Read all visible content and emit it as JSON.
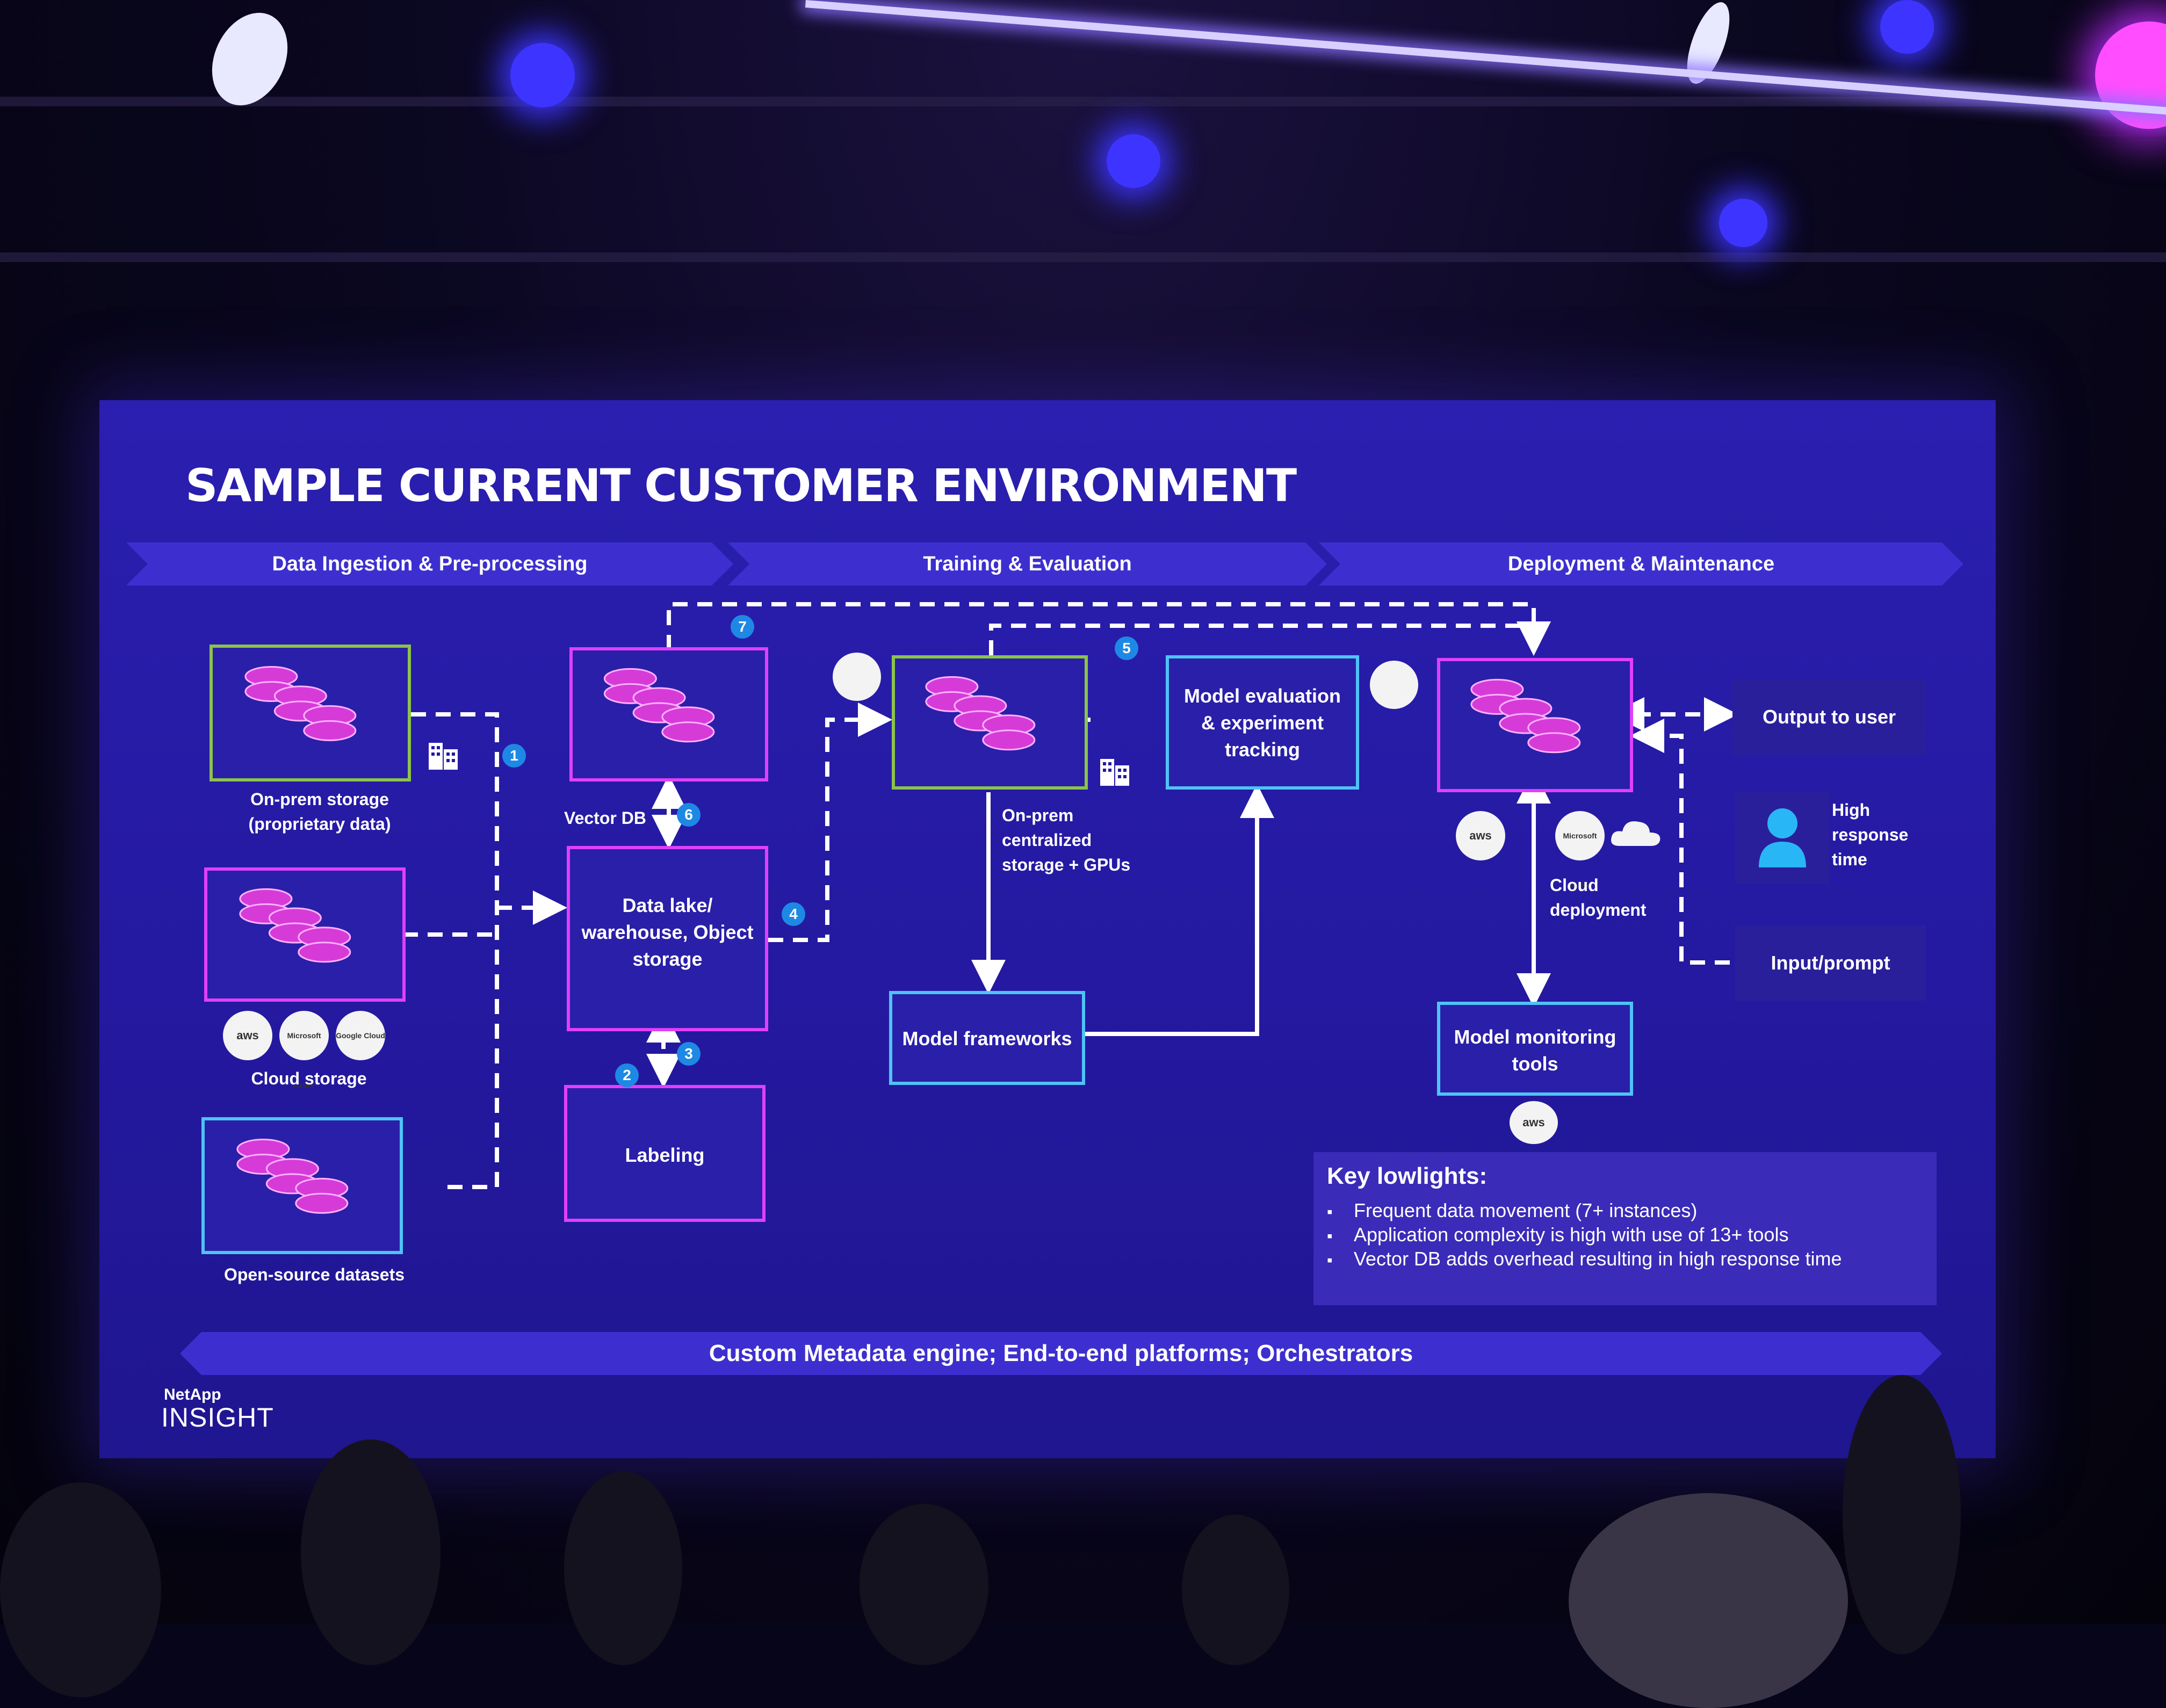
{
  "slide": {
    "title": "SAMPLE CURRENT CUSTOMER ENVIRONMENT",
    "phases": [
      {
        "label": "Data Ingestion & Pre-processing"
      },
      {
        "label": "Training & Evaluation"
      },
      {
        "label": "Deployment & Maintenance"
      }
    ],
    "nodes": {
      "onprem": {
        "caption": "On-prem storage\n(proprietary data)"
      },
      "cloud": {
        "caption": "Cloud storage"
      },
      "opensource": {
        "caption": "Open-source datasets"
      },
      "vectordb": {
        "caption": "Vector DB"
      },
      "datalake": {
        "label": "Data lake/\nwarehouse, Object\nstorage"
      },
      "labeling": {
        "label": "Labeling"
      },
      "training_storage": {
        "caption": "On-prem\ncentralized\nstorage + GPUs"
      },
      "model_eval": {
        "label": "Model evaluation\n& experiment\ntracking"
      },
      "model_frameworks": {
        "label": "Model frameworks"
      },
      "deployment_storage": {
        "caption": "Cloud\ndeployment"
      },
      "output": {
        "label": "Output to user"
      },
      "user_response": {
        "label": "High\nresponse\ntime"
      },
      "input": {
        "label": "Input/prompt"
      },
      "monitoring": {
        "label": "Model monitoring\ntools"
      }
    },
    "steps": [
      "1",
      "2",
      "3",
      "4",
      "5",
      "6",
      "7"
    ],
    "logos": {
      "aws": "aws",
      "azure": "Microsoft Azure",
      "gcp": "Google Cloud"
    },
    "key_lowlights": {
      "heading": "Key lowlights:",
      "items": [
        "Frequent data movement (7+ instances)",
        "Application complexity is high with use of 13+ tools",
        "Vector DB adds overhead resulting in high response time"
      ]
    },
    "footer": "Custom Metadata engine; End-to-end platforms; Orchestrators",
    "brand": {
      "company": "NetApp",
      "event": "INSIGHT"
    }
  },
  "colors": {
    "screen": "#2419a0",
    "border_magenta": "#e040fb",
    "border_green": "#8bc34a",
    "border_cyan": "#4fc3f7",
    "step_badge": "#1e88e5",
    "db_icon": "#d63bd8"
  },
  "icons": [
    "database-icon",
    "building-icon",
    "shield-icon",
    "user-icon",
    "cloud-icon"
  ]
}
